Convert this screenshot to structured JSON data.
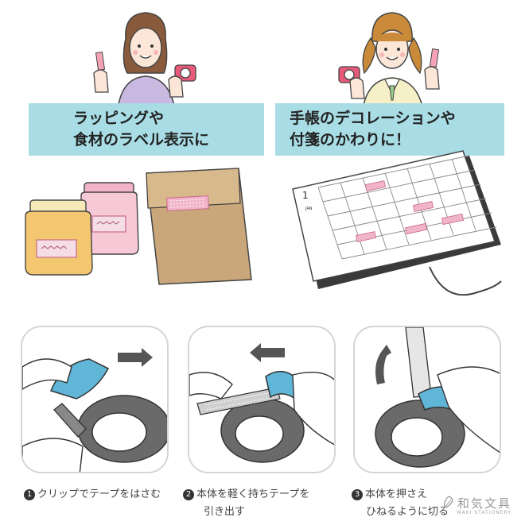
{
  "banners": {
    "left": {
      "line1": "ラッピングや",
      "line2": "食材のラベル表示に"
    },
    "right": {
      "line1": "手帳のデコレーションや",
      "line2": "付箋のかわりに！"
    }
  },
  "planner": {
    "page_number": "1",
    "month": "JAN"
  },
  "steps": [
    {
      "num": "1",
      "line1": "クリップでテープをはさむ",
      "line2": ""
    },
    {
      "num": "2",
      "line1": "本体を軽く持ちテープを",
      "line2": "引き出す"
    },
    {
      "num": "3",
      "line1": "本体を押さえ",
      "line2": "ひねるように切る"
    }
  ],
  "brand": {
    "name": "和気文具",
    "sub": "WAKI STATIONERY"
  },
  "colors": {
    "banner": "#a9dde6",
    "tape_blue": "#5fb6d6",
    "tape_pink": "#f1b4c8",
    "kraft": "#c9a77a"
  }
}
